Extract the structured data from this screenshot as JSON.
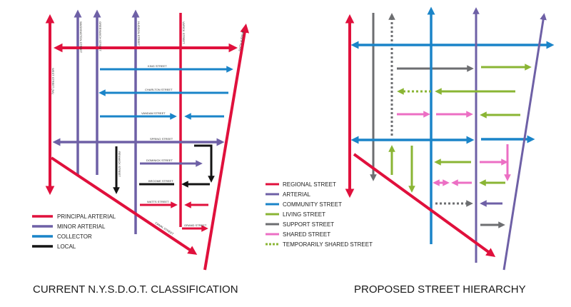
{
  "colors": {
    "red": "#e0103c",
    "purple": "#6e60a6",
    "blue": "#1a84c8",
    "black": "#141414",
    "green": "#8ab534",
    "gray": "#6d6e71",
    "pink": "#ec6fc4"
  },
  "current": {
    "caption": "CURRENT N.Y.S.D.O.T. CLASSIFICATION",
    "legend": [
      {
        "label": "PRINCIPAL ARTERIAL",
        "color": "#e0103c"
      },
      {
        "label": "MINOR ARTERIAL",
        "color": "#6e60a6"
      },
      {
        "label": "COLLECTOR",
        "color": "#1a84c8"
      },
      {
        "label": "LOCAL",
        "color": "#141414"
      }
    ],
    "street_labels": {
      "washington": "WASHINGTON STREET",
      "greenwich": "GREENWICH STREET",
      "hudson": "HUDSON STREET",
      "varick": "VARICK STREET",
      "west": "WEST STREET (9A)",
      "sixth": "SIXTH AVENUE",
      "king": "KING STREET",
      "charlton": "CHARLTON STREET",
      "vandam": "VANDAM STREET",
      "spring": "SPRING STREET",
      "renwick": "RENWICK STREET",
      "dominick": "DOMINICK STREET",
      "broome": "BROOME STREET",
      "watts": "WATTS STREET",
      "grand": "GRAND STREET",
      "canal": "CANAL STREET"
    }
  },
  "proposed": {
    "caption": "PROPOSED STREET HIERARCHY",
    "legend": [
      {
        "label": "REGIONAL STREET",
        "color": "#e0103c"
      },
      {
        "label": "ARTERIAL",
        "color": "#6e60a6"
      },
      {
        "label": "COMMUNITY STREET",
        "color": "#1a84c8"
      },
      {
        "label": "LIVING STREET",
        "color": "#8ab534"
      },
      {
        "label": "SUPPORT STREET",
        "color": "#6d6e71"
      },
      {
        "label": "SHARED STREET",
        "color": "#ec6fc4"
      },
      {
        "label": "TEMPORARILY SHARED STREET",
        "color": "#8ab534",
        "dashed": true
      }
    ]
  }
}
